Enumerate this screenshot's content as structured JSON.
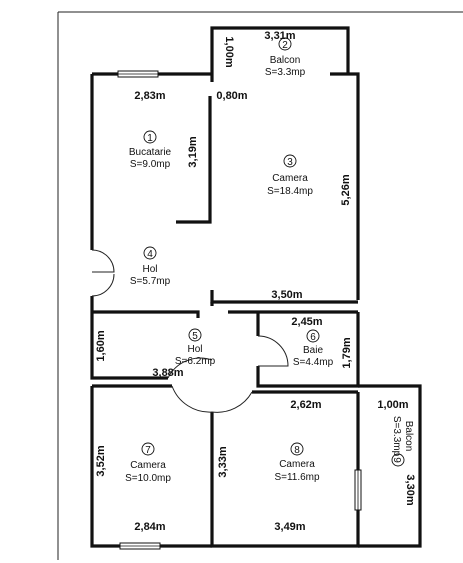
{
  "rooms": [
    {
      "num": "1",
      "name": "Bucatarie",
      "area": "S=9.0mp"
    },
    {
      "num": "2",
      "name": "Balcon",
      "area": "S=3.3mp"
    },
    {
      "num": "3",
      "name": "Camera",
      "area": "S=18.4mp"
    },
    {
      "num": "4",
      "name": "Hol",
      "area": "S=5.7mp"
    },
    {
      "num": "5",
      "name": "Hol",
      "area": "S=6.2mp"
    },
    {
      "num": "6",
      "name": "Baie",
      "area": "S=4.4mp"
    },
    {
      "num": "7",
      "name": "Camera",
      "area": "S=10.0mp"
    },
    {
      "num": "8",
      "name": "Camera",
      "area": "S=11.6mp"
    },
    {
      "num": "9",
      "name": "Balcon",
      "area": "S=3.3mp"
    }
  ],
  "dimensions": {
    "balcon_top_width": "3,31m",
    "balcon_top_depth": "1,00m",
    "kitchen_width": "2,83m",
    "gap_080": "0,80m",
    "kitchen_height": "3,19m",
    "living_height": "5,26m",
    "living_width": "3,50m",
    "bath_width": "2,45m",
    "hall_height": "1,60m",
    "hall_width": "3,88m",
    "bath_height": "1,79m",
    "room8_top_width": "2,62m",
    "balcon_right_width": "1,00m",
    "room7_height": "3,52m",
    "room8_height": "3,33m",
    "balcon_right_depth": "3,30m",
    "room7_width": "2,84m",
    "room8_width": "3,49m"
  }
}
